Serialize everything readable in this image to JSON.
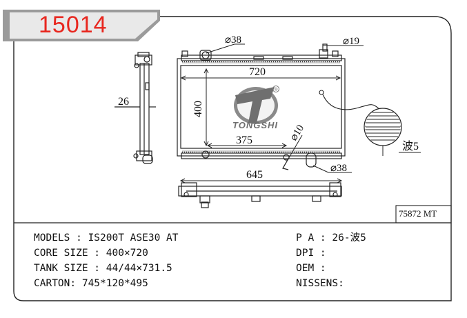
{
  "header": {
    "part_code": "15014"
  },
  "drawing": {
    "brand_logo_text": "TONGSHI",
    "registered_mark": "®",
    "dimensions": {
      "inlet_diameter": "⌀38",
      "filler_diameter": "⌀19",
      "core_width": "720",
      "core_height": "400",
      "tank_thickness": "26",
      "inner_span": "375",
      "drain_diameter": "⌀10",
      "outlet_diameter": "⌀38",
      "overall_bottom": "645",
      "fin_type": "波5"
    },
    "reference": "75872 MT"
  },
  "specs": {
    "models": "MODELS : IS200T ASE30 AT",
    "core_size": "CORE SIZE : 400×720",
    "tank_size": "TANK SIZE : 44/44×731.5",
    "carton": "CARTON: 745*120*495",
    "pa": "P A : 26-波5",
    "dpi": "DPI :",
    "oem": "OEM :",
    "nissens": "NISSENS:"
  }
}
